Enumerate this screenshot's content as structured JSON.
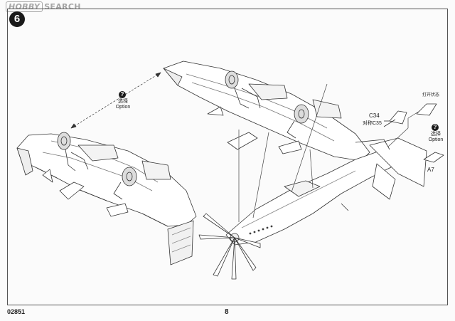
{
  "watermark": {
    "logo": "HOBBY",
    "text": "SEARCH"
  },
  "step": {
    "number": "6"
  },
  "options": [
    {
      "mark": "?",
      "cn": "选择",
      "en": "Option"
    },
    {
      "mark": "?",
      "cn": "选择",
      "en": "Option"
    }
  ],
  "parts": {
    "c34": "C34",
    "c35": "对称C35",
    "a7": "A7",
    "open_note": "打开状态"
  },
  "footer": {
    "code": "02851",
    "page": "8"
  }
}
